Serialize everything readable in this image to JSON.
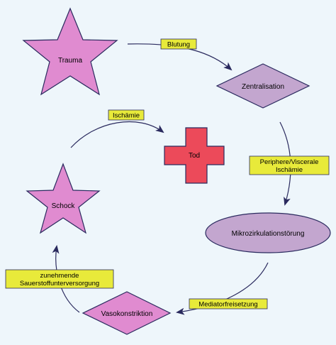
{
  "colors": {
    "background": "#eef6fb",
    "star_fill": "#e08bd0",
    "diamond_fill": "#c3a6cf",
    "ellipse_fill": "#c3a6cf",
    "cross_fill": "#ec4a5a",
    "tag_fill": "#e8ea3a",
    "line": "#2a2a5e"
  },
  "nodes": {
    "trauma": "Trauma",
    "zentralisation": "Zentralisation",
    "tod": "Tod",
    "mikrozirkulation": "Mikrozirkulationstörung",
    "vasokonstriktion": "Vasokonstriktion",
    "schock": "Schock"
  },
  "edge_labels": {
    "blutung": "Blutung",
    "ischaemie": "Ischämie",
    "periphere_line1": "Periphere/Viscerale",
    "periphere_line2": "Ischämie",
    "mediatorfreisetzung": "Mediatorfreisetzung",
    "sauerstoff_line1": "zunehmende",
    "sauerstoff_line2": "Sauerstoffunterversorgung"
  }
}
